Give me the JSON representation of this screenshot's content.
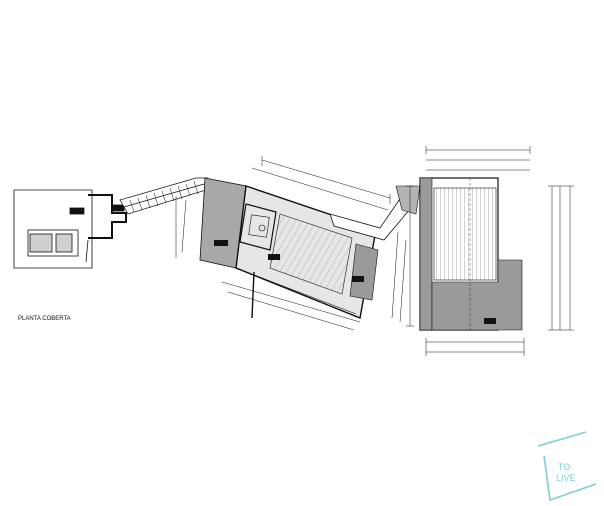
{
  "title": "PLANTA COBERTA",
  "logo": {
    "line1": "TO",
    "line2": "LIVE"
  },
  "colors": {
    "ink": "#111111",
    "hatch": "#8a8a8a",
    "shade": "#9a9a9a",
    "logo": "#7ecfcf"
  }
}
